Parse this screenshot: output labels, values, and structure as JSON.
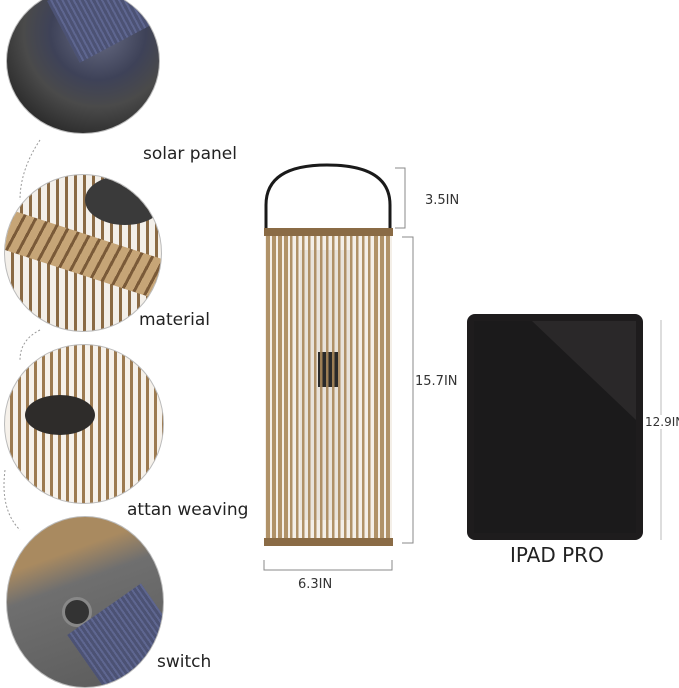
{
  "features": [
    {
      "label": "solar panel",
      "icon": "solar-panel-closeup"
    },
    {
      "label": "material",
      "icon": "rattan-material-closeup"
    },
    {
      "label": "attan weaving",
      "icon": "rattan-weaving-closeup"
    },
    {
      "label": "switch",
      "icon": "switch-closeup"
    }
  ],
  "dimensions": {
    "handle_height": "3.5IN",
    "body_height": "15.7IN",
    "width": "6.3IN",
    "ipad_height": "12.9IN"
  },
  "comparison": {
    "label": "IPAD PRO"
  },
  "colors": {
    "rattan": "#a8875a",
    "ipad": "#1e1c1d",
    "metal": "#2a2a2a"
  }
}
